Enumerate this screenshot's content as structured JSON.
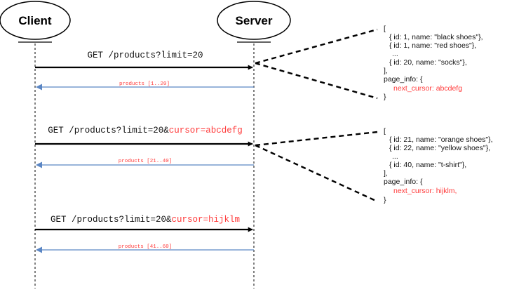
{
  "colors": {
    "line": "#000000",
    "response_arrow": "#5b86c4",
    "highlight": "#ff3b3b",
    "text": "#111111"
  },
  "actors": {
    "client": "Client",
    "server": "Server"
  },
  "exchanges": [
    {
      "request_prefix": "GET /products?limit=20",
      "request_cursor": "",
      "response_label": "products [1..20]",
      "payload": {
        "open": "[",
        "items": [
          "{ id: 1, name: \"black shoes\"},",
          "{ id: 1, name: \"red shoes\"},",
          "...",
          "{ id: 20, name: \"socks\"},"
        ],
        "close_list": "],",
        "page_info_open": "page_info: {",
        "next_cursor": "next_cursor: abcdefg",
        "close": "}"
      }
    },
    {
      "request_prefix": "GET /products?limit=20&",
      "request_cursor": "cursor=abcdefg",
      "response_label": "products [21..40]",
      "payload": {
        "open": "[",
        "items": [
          "{ id: 21, name: \"orange shoes\"},",
          "{ id: 22, name: \"yellow shoes\"},",
          "...",
          "{ id: 40, name: \"t-shirt\"},"
        ],
        "close_list": "],",
        "page_info_open": "page_info: {",
        "next_cursor": "next_cursor: hijklm,",
        "close": "}"
      }
    },
    {
      "request_prefix": "GET /products?limit=20&",
      "request_cursor": "cursor=hijklm",
      "response_label": "products [41..60]"
    }
  ]
}
